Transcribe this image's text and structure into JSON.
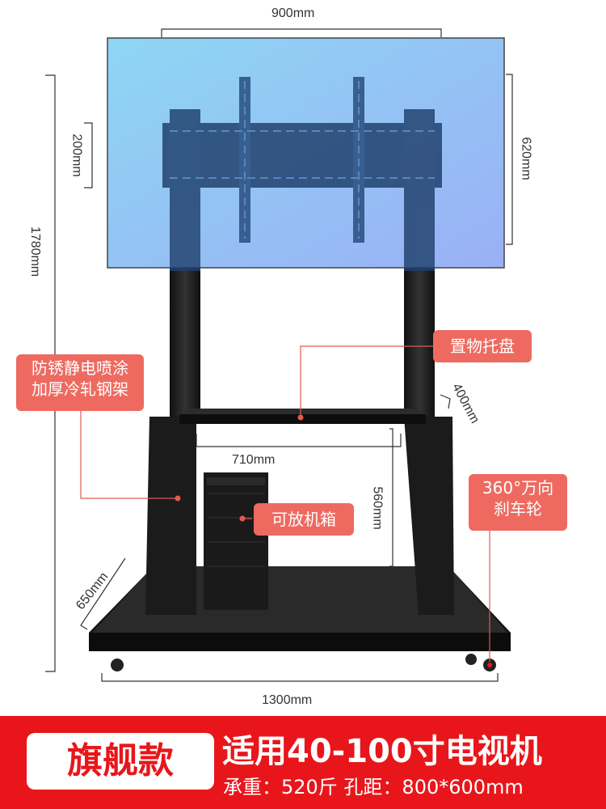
{
  "dimensions": {
    "width_top": "900mm",
    "tv_height": "620mm",
    "mount_spacing": "200mm",
    "total_height": "1780mm",
    "tray_depth": "400mm",
    "inner_width": "710mm",
    "cabinet_height": "560mm",
    "base_depth": "650mm",
    "base_width": "1300mm"
  },
  "callouts": {
    "frame_line1": "防锈静电喷涂",
    "frame_line2": "加厚冷轧钢架",
    "tray": "置物托盘",
    "case": "可放机箱",
    "wheel_line1": "360°万向",
    "wheel_line2": "刹车轮"
  },
  "footer": {
    "badge": "旗舰款",
    "title": "适用40-100寸电视机",
    "spec": "承重：520斤 孔距：800*600mm"
  },
  "colors": {
    "accent_red": "#e8161b",
    "callout_red": "#ee6a60",
    "screen_blue": "#7fc8f0"
  }
}
